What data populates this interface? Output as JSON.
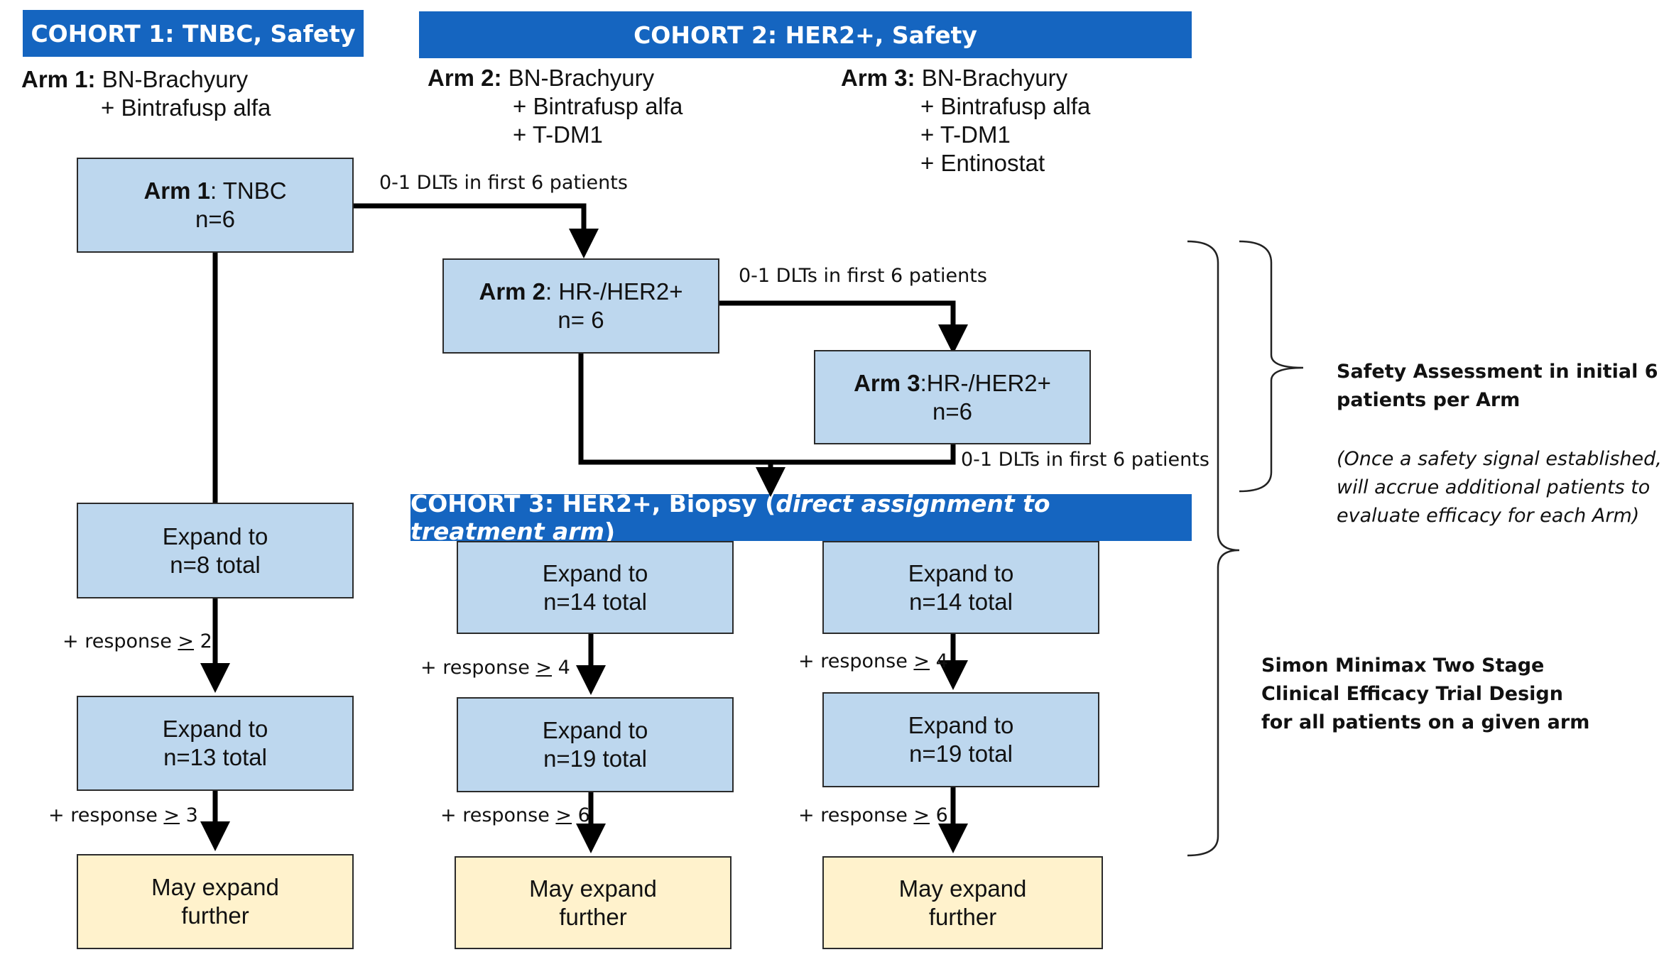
{
  "banners": {
    "cohort1": "COHORT 1: TNBC, Safety",
    "cohort2": "COHORT 2: HER2+, Safety",
    "cohort3_prefix": "COHORT 3: HER2+, Biopsy (",
    "cohort3_italic": "direct assignment to treatment arm",
    "cohort3_suffix": ")"
  },
  "arm_descriptions": {
    "arm1": {
      "label": "Arm 1:",
      "lines": [
        "BN-Brachyury",
        "+ Bintrafusp  alfa"
      ]
    },
    "arm2": {
      "label": "Arm 2:",
      "lines": [
        "BN-Brachyury",
        "+ Bintrafusp  alfa",
        "+ T-DM1"
      ]
    },
    "arm3": {
      "label": "Arm 3:",
      "lines": [
        "BN-Brachyury",
        "+ Bintrafusp  alfa",
        "+ T-DM1",
        "+ Entinostat"
      ]
    }
  },
  "boxes": {
    "arm1": {
      "bold": "Arm 1",
      "rest": ": TNBC",
      "n": "n=6"
    },
    "arm2": {
      "bold": "Arm 2",
      "rest": ": HR-/HER2+",
      "n": "n= 6"
    },
    "arm3": {
      "bold": "Arm 3",
      "rest": ":HR-/HER2+",
      "n": "n=6"
    },
    "c1_expand8": {
      "line1": "Expand to",
      "line2": "n=8 total"
    },
    "c1_expand13": {
      "line1": "Expand to",
      "line2": "n=13 total"
    },
    "c1_further": {
      "line1": "May expand",
      "line2": "further"
    },
    "a2_expand14": {
      "line1": "Expand to",
      "line2": "n=14 total"
    },
    "a2_expand19": {
      "line1": "Expand to",
      "line2": "n=19 total"
    },
    "a2_further": {
      "line1": "May expand",
      "line2": "further"
    },
    "a3_expand14": {
      "line1": "Expand to",
      "line2": "n=14 total"
    },
    "a3_expand19": {
      "line1": "Expand to",
      "line2": "n=19 total"
    },
    "a3_further": {
      "line1": "May expand",
      "line2": "further"
    }
  },
  "dlt_labels": {
    "arm1_to_arm2": "0-1 DLTs in first 6 patients",
    "arm2_to_arm3": "0-1 DLTs in first 6 patients",
    "arm3_to_cohort3": "0-1 DLTs in first 6 patients"
  },
  "response_labels": {
    "c1_r2": {
      "prefix": "+ response ",
      "op": ">",
      "val": " 2"
    },
    "c1_r3": {
      "prefix": "+ response ",
      "op": ">",
      "val": " 3"
    },
    "a2_r4": {
      "prefix": "+ response ",
      "op": ">",
      "val": " 4"
    },
    "a2_r6": {
      "prefix": "+ response ",
      "op": ">",
      "val": " 6"
    },
    "a3_r4": {
      "prefix": "+ response ",
      "op": ">",
      "val": " 4"
    },
    "a3_r6": {
      "prefix": "+ response ",
      "op": ">",
      "val": " 6"
    }
  },
  "side_notes": {
    "safety_title": [
      "Safety Assessment in initial 6",
      "patients per Arm"
    ],
    "safety_note": [
      "(Once a safety signal established,",
      "will accrue additional patients to",
      "evaluate efficacy for each Arm)"
    ],
    "efficacy": [
      "Simon Minimax Two Stage",
      "Clinical Efficacy Trial Design",
      "for all patients on a given arm"
    ]
  },
  "colors": {
    "banner": "#1565C0",
    "box_blue": "#BDD7EE",
    "box_yellow": "#FFF2CC"
  }
}
